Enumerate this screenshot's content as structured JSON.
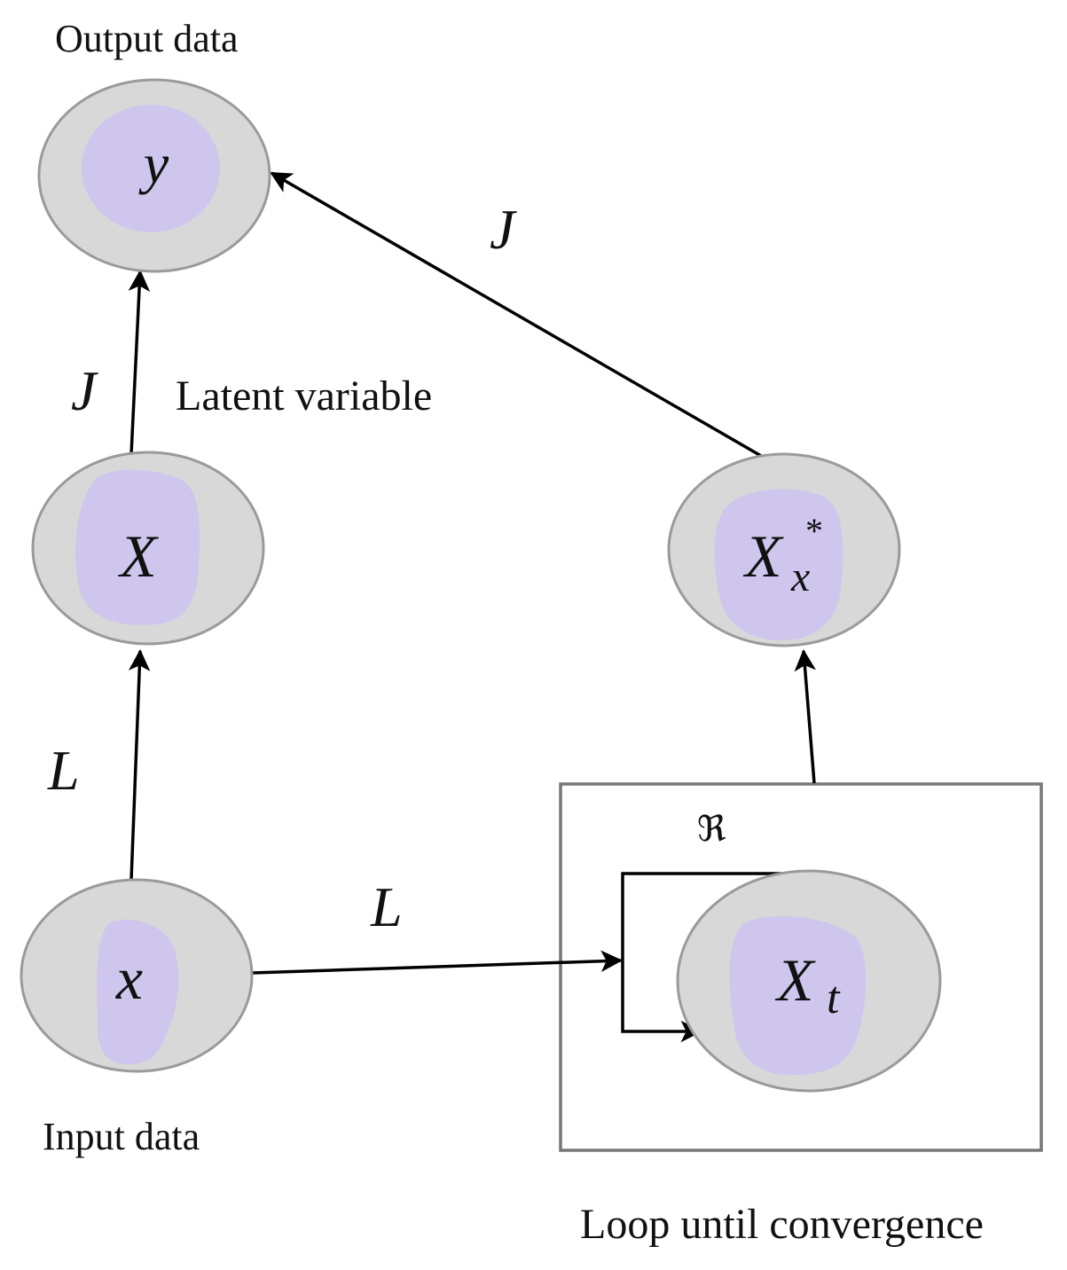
{
  "captions": {
    "output_data": "Output data",
    "latent_variable": "Latent variable",
    "input_data": "Input data",
    "loop_until_convergence": "Loop until convergence"
  },
  "nodes": {
    "y": {
      "label": "y"
    },
    "X": {
      "label": "X"
    },
    "x": {
      "label": "x"
    },
    "X_star": {
      "base": "X",
      "sub": "x",
      "sup": "*"
    },
    "X_t": {
      "base": "X",
      "sub": "t"
    }
  },
  "edges": {
    "X_to_y": "J",
    "Xstar_to_y": "J",
    "x_to_X": "L",
    "x_to_loop": "L",
    "loop_recurrence": "ℜ"
  },
  "colors": {
    "node_fill": "#d8d8d8",
    "node_highlight": "#cfc6ee",
    "edge": "#000000",
    "loop_box": "#777777"
  }
}
